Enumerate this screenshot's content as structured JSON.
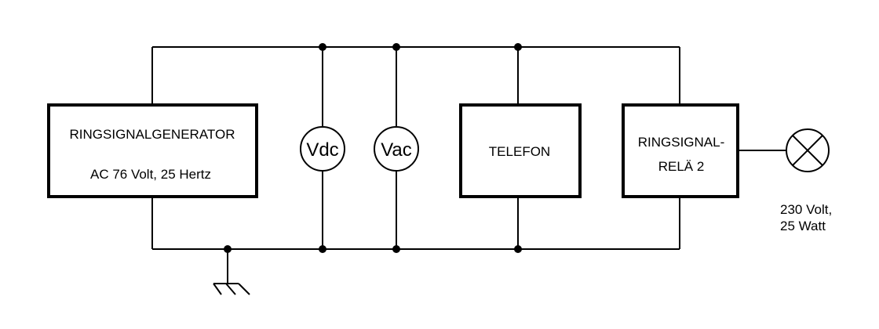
{
  "components": {
    "generator": {
      "line1": "RINGSIGNALGENERATOR",
      "line2": "AC 76 Volt, 25 Hertz"
    },
    "voltmeter_dc": {
      "label": "Vdc"
    },
    "voltmeter_ac": {
      "label": "Vac"
    },
    "telephone": {
      "label": "TELEFON"
    },
    "relay": {
      "line1": "RINGSIGNAL-",
      "line2": "RELÄ 2"
    },
    "lamp": {
      "line1": "230 Volt,",
      "line2": "25 Watt"
    }
  }
}
